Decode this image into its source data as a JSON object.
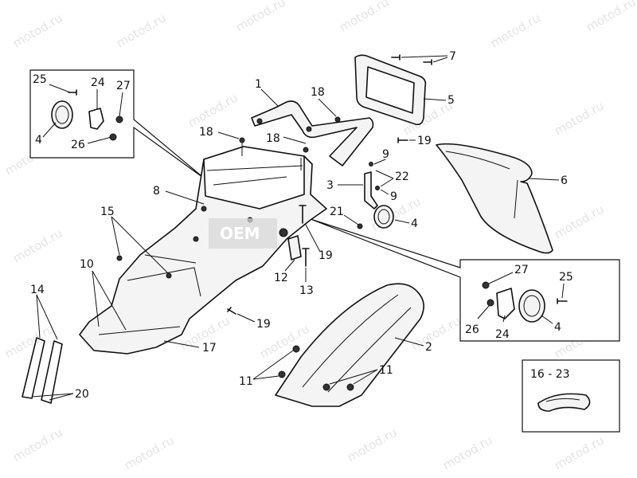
{
  "diagram": {
    "watermark_text": "motod.ru",
    "logo_text": "OEM",
    "callouts": {
      "c1": "1",
      "c2": "2",
      "c3": "3",
      "c4a": "4",
      "c4b": "4",
      "c4c": "4",
      "c5": "5",
      "c6": "6",
      "c7": "7",
      "c8": "8",
      "c9a": "9",
      "c9b": "9",
      "c10": "10",
      "c11a": "11",
      "c11b": "11",
      "c12": "12",
      "c13": "13",
      "c14": "14",
      "c15": "15",
      "c17": "17",
      "c18a": "18",
      "c18b": "18",
      "c18c": "18",
      "c19a": "19",
      "c19b": "19",
      "c19c": "19",
      "c20": "20",
      "c21": "21",
      "c22": "22",
      "c24a": "24",
      "c24b": "24",
      "c25a": "25",
      "c25b": "25",
      "c26a": "26",
      "c26b": "26",
      "c27a": "27",
      "c27b": "27",
      "c1623": "16 - 23"
    }
  }
}
